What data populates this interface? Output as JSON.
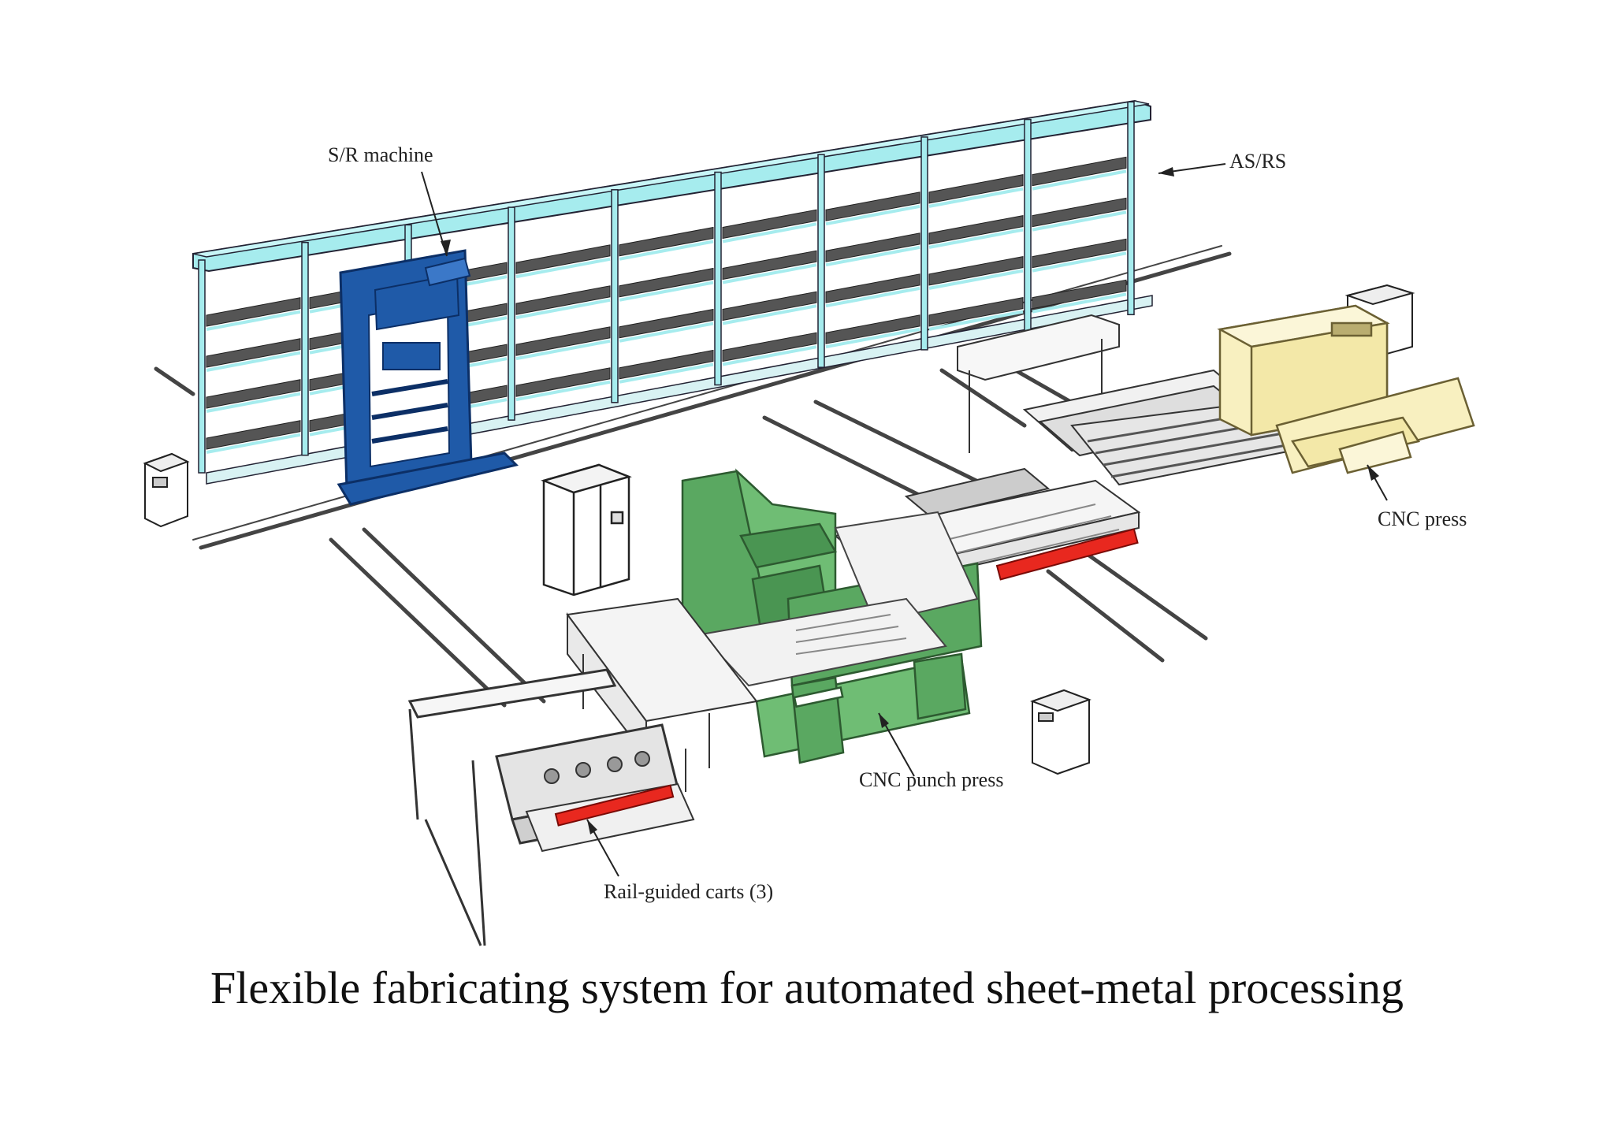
{
  "labels": {
    "sr_machine": "S/R machine",
    "asrs": "AS/RS",
    "cnc_press": "CNC press",
    "cnc_punch_press": "CNC punch press",
    "rail_carts": "Rail-guided carts (3)"
  },
  "caption": "Flexible fabricating system for automated sheet-metal processing",
  "colors": {
    "asrs_rack": "#a6ecee",
    "sr_machine": "#1f5aa8",
    "punch_press": "#5aa861",
    "cnc_press": "#f8f0c0",
    "cart": "#e8281f",
    "line": "#333333"
  }
}
